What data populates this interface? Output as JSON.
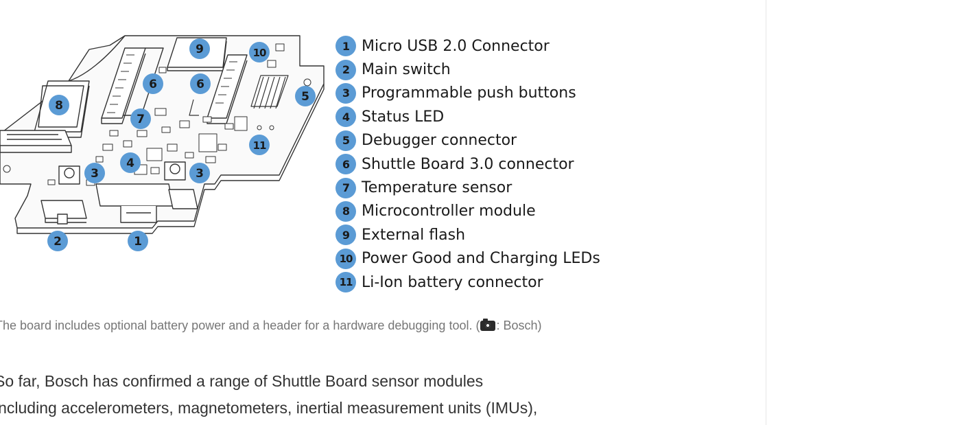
{
  "figure": {
    "board_callouts": {
      "n1": "1",
      "n2": "2",
      "n3a": "3",
      "n3b": "3",
      "n4": "4",
      "n5": "5",
      "n6a": "6",
      "n6b": "6",
      "n7": "7",
      "n8": "8",
      "n9": "9",
      "n10": "10",
      "n11": "11"
    },
    "legend": [
      {
        "num": "1",
        "label": "Micro USB 2.0 Connector"
      },
      {
        "num": "2",
        "label": "Main switch"
      },
      {
        "num": "3",
        "label": "Programmable push buttons"
      },
      {
        "num": "4",
        "label": "Status LED"
      },
      {
        "num": "5",
        "label": "Debugger connector"
      },
      {
        "num": "6",
        "label": "Shuttle Board 3.0 connector"
      },
      {
        "num": "7",
        "label": "Temperature sensor"
      },
      {
        "num": "8",
        "label": "Microcontroller module"
      },
      {
        "num": "9",
        "label": "External flash"
      },
      {
        "num": "10",
        "label": "Power Good and Charging LEDs"
      },
      {
        "num": "11",
        "label": "Li-Ion battery connector"
      }
    ],
    "caption": {
      "text": "The board includes optional battery power and a header for a hardware debugging tool. (",
      "credit": ": Bosch)",
      "icon": "camera-icon"
    }
  },
  "article": {
    "line1": "So far, Bosch has confirmed a range of Shuttle Board sensor modules",
    "line2": "including accelerometers, magnetometers, inertial measurement units (IMUs),"
  },
  "colors": {
    "callout": "#5b9bd5",
    "line": "#333333",
    "caption": "#767676",
    "body": "#333333"
  }
}
